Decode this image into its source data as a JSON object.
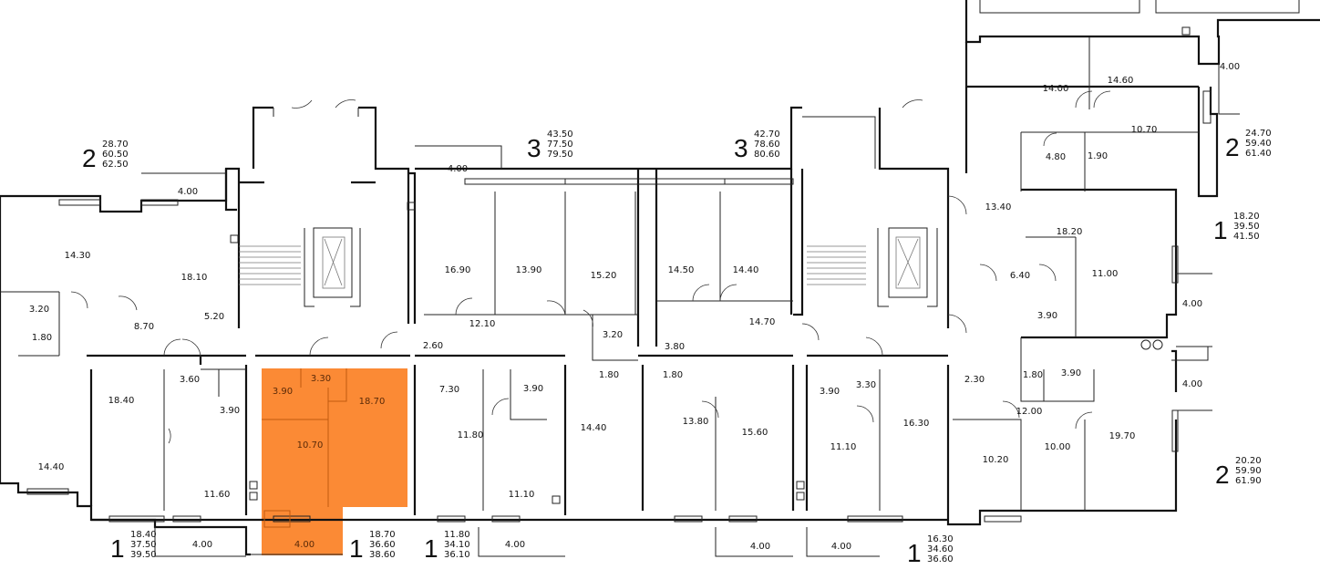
{
  "highlight_color": "#fb8a35",
  "apartments": [
    {
      "rooms": "2",
      "areas": [
        "28.70",
        "60.50",
        "62.50"
      ]
    },
    {
      "rooms": "3",
      "areas": [
        "43.50",
        "77.50",
        "79.50"
      ]
    },
    {
      "rooms": "3",
      "areas": [
        "42.70",
        "78.60",
        "80.60"
      ]
    },
    {
      "rooms": "2",
      "areas": [
        "24.70",
        "59.40",
        "61.40"
      ]
    },
    {
      "rooms": "1",
      "areas": [
        "18.20",
        "39.50",
        "41.50"
      ]
    },
    {
      "rooms": "2",
      "areas": [
        "20.20",
        "59.90",
        "61.90"
      ]
    },
    {
      "rooms": "1",
      "areas": [
        "18.40",
        "37.50",
        "39.50"
      ]
    },
    {
      "rooms": "1",
      "areas": [
        "18.70",
        "36.60",
        "38.60"
      ]
    },
    {
      "rooms": "1",
      "areas": [
        "11.80",
        "34.10",
        "36.10"
      ]
    },
    {
      "rooms": "1",
      "areas": [
        "16.30",
        "34.60",
        "36.60"
      ]
    }
  ],
  "room_areas": [
    "14.30",
    "4.00",
    "18.10",
    "3.20",
    "1.80",
    "8.70",
    "5.20",
    "18.40",
    "3.60",
    "3.90",
    "14.40",
    "11.60",
    "4.00",
    "3.90",
    "3.30",
    "18.70",
    "10.70",
    "4.00",
    "4.00",
    "16.90",
    "13.90",
    "15.20",
    "12.10",
    "2.60",
    "3.20",
    "7.30",
    "3.90",
    "1.80",
    "11.80",
    "14.40",
    "11.10",
    "4.00",
    "14.50",
    "14.40",
    "14.70",
    "3.80",
    "1.80",
    "13.80",
    "15.60",
    "4.00",
    "4.00",
    "3.90",
    "3.30",
    "11.10",
    "16.30",
    "13.40",
    "14.00",
    "14.60",
    "10.70",
    "4.80",
    "1.90",
    "4.00",
    "18.20",
    "11.00",
    "6.40",
    "3.90",
    "4.00",
    "2.30",
    "1.80",
    "3.90",
    "12.00",
    "4.00",
    "10.20",
    "10.00",
    "19.70"
  ]
}
